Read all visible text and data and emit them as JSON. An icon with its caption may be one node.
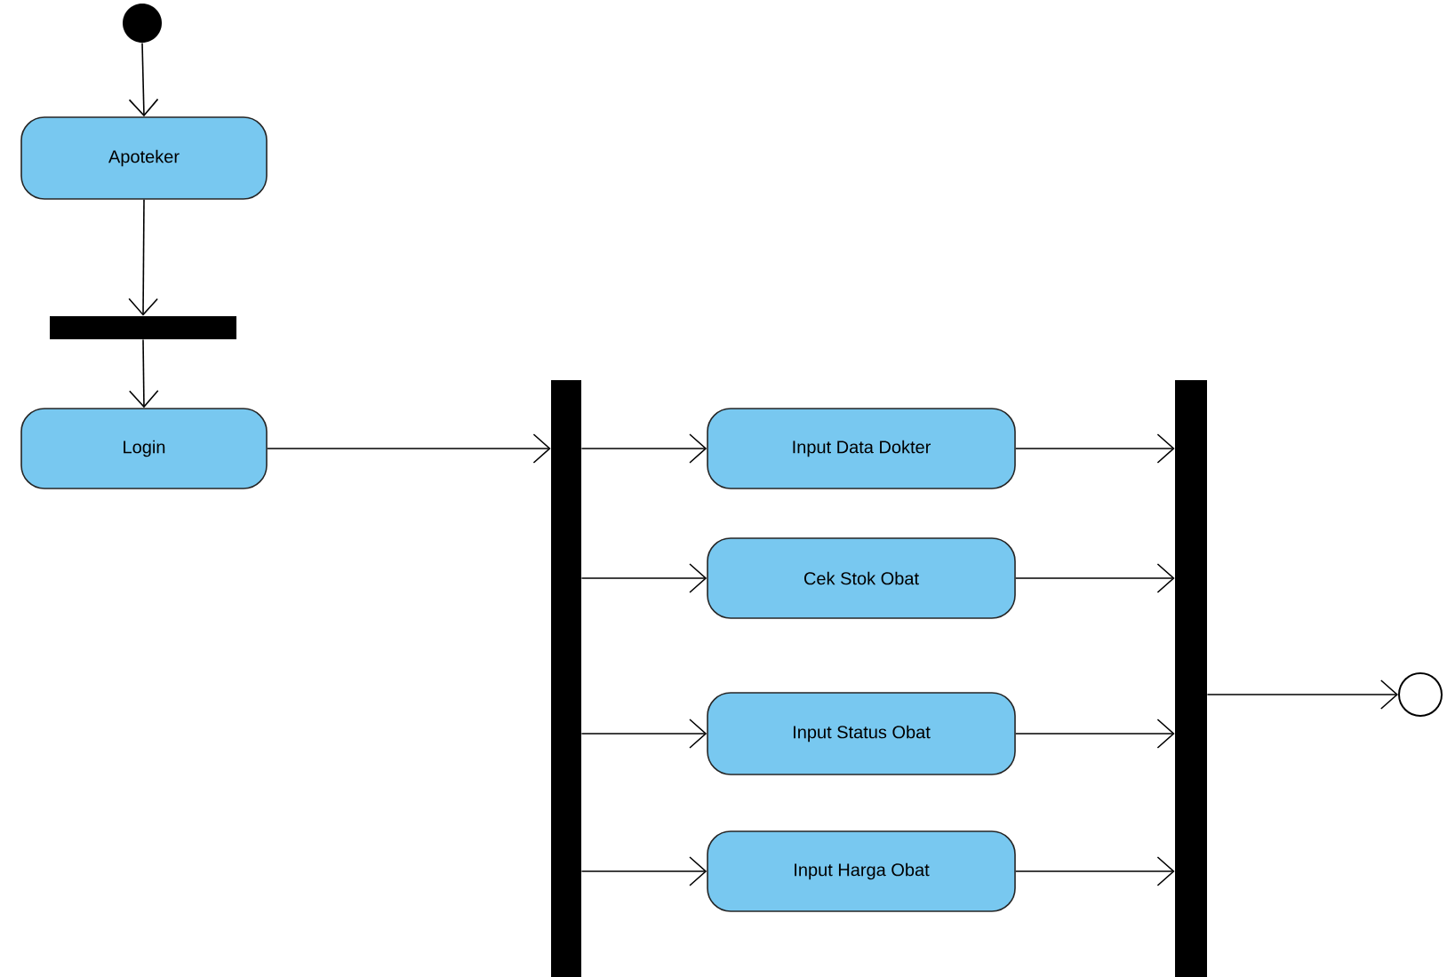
{
  "diagram": {
    "nodes": [
      {
        "text": [],
        "shape": "circle"
      },
      {
        "text": [
          "Apoteker"
        ]
      },
      {
        "text": [],
        "shape": "bar"
      },
      {
        "text": [
          "Login"
        ]
      },
      {
        "text": [],
        "shape": "bar"
      },
      {
        "text": [
          "Input Data Dokter"
        ]
      },
      {
        "text": [
          "Cek Stok Obat"
        ]
      },
      {
        "text": [
          "Input Status Obat"
        ]
      },
      {
        "text": [
          "Input Harga Obat"
        ]
      },
      {
        "text": [],
        "shape": "bar"
      },
      {
        "text": [],
        "shape": "bullseye"
      }
    ],
    "edges": [
      {
        "from": 0,
        "to": 1,
        "arrow": "to"
      },
      {
        "from": 1,
        "to": 2,
        "arrow": "to"
      },
      {
        "from": 2,
        "to": 3,
        "arrow": "to"
      },
      {
        "from": 3,
        "to": 4,
        "arrow": "to"
      },
      {
        "from": 4,
        "to": 5,
        "arrow": "to"
      },
      {
        "from": 4,
        "to": 6,
        "arrow": "to"
      },
      {
        "from": 4,
        "to": 7,
        "arrow": "to"
      },
      {
        "from": 4,
        "to": 8,
        "arrow": "to"
      },
      {
        "from": 5,
        "to": 9,
        "arrow": "to"
      },
      {
        "from": 6,
        "to": 9,
        "arrow": "to"
      },
      {
        "from": 7,
        "to": 9,
        "arrow": "to"
      },
      {
        "from": 8,
        "to": 9,
        "arrow": "to"
      },
      {
        "from": 9,
        "to": 10,
        "arrow": "to"
      }
    ]
  }
}
